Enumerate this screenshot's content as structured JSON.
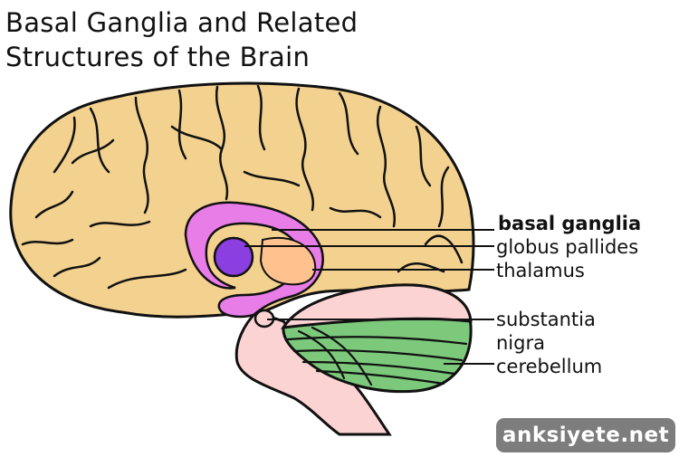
{
  "title": {
    "line1": "Basal Ganglia and Related",
    "line2": "Structures of the Brain"
  },
  "labels": {
    "basal_ganglia": "basal ganglia",
    "globus_pallides": "globus pallides",
    "thalamus": "thalamus",
    "substantia_line1": "substantia",
    "substantia_line2": "nigra",
    "cerebellum": "cerebellum"
  },
  "watermark": "anksiyete.net",
  "colors": {
    "cortex": "#f3d18f",
    "outline": "#111111",
    "basal_ganglia": "#e87de8",
    "globus_pallides": "#8b3fe0",
    "thalamus": "#ffc28f",
    "brainstem": "#fbd3d3",
    "cerebellum": "#7cc97c",
    "substantia_nigra": "#f1e4c6"
  }
}
